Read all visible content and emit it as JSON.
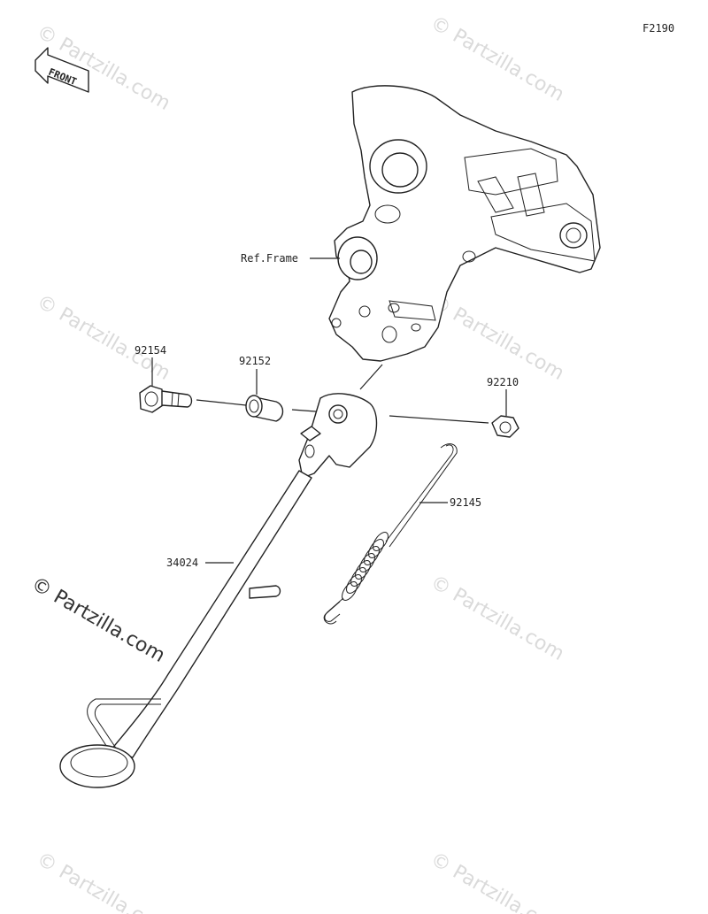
{
  "figure_code": "F2190",
  "front_marker": "FRONT",
  "watermark": "© Partzilla.com",
  "parts": {
    "ref_frame": "Ref.Frame",
    "bolt": "92154",
    "collar": "92152",
    "nut": "92210",
    "spring": "92145",
    "side_stand": "34024"
  }
}
